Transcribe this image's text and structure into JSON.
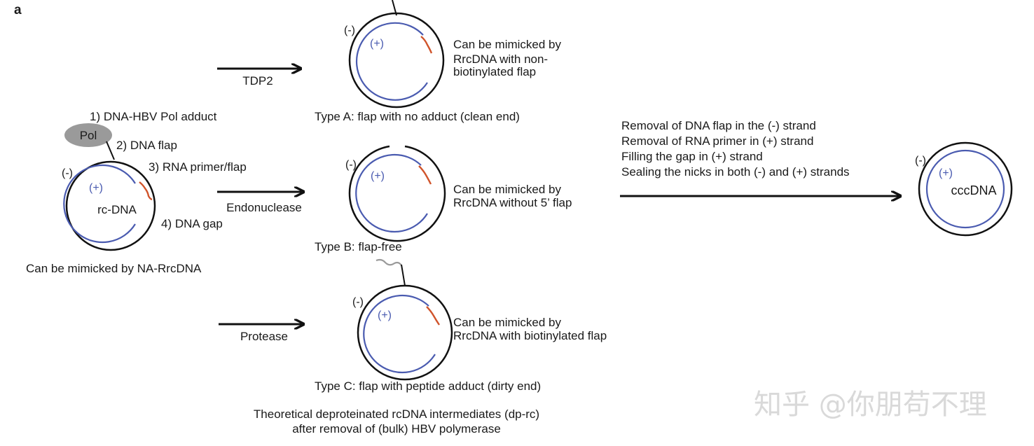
{
  "panel_label": "a",
  "rc_dna": {
    "pol_label": "Pol",
    "minus": "(-)",
    "plus": "(+)",
    "center": "rc-DNA",
    "feature_1": "1) DNA-HBV Pol adduct",
    "feature_2": "2) DNA flap",
    "feature_3": "3) RNA primer/flap",
    "feature_4": "4) DNA gap",
    "caption": "Can be mimicked by NA-RrcDNA"
  },
  "arrows": {
    "tdp2": "TDP2",
    "endonuclease": "Endonuclease",
    "protease": "Protease"
  },
  "type_a": {
    "minus": "(-)",
    "plus": "(+)",
    "mimic_line1": "Can be mimicked by",
    "mimic_line2": "RrcDNA with non-",
    "mimic_line3": "biotinylated flap",
    "caption": "Type A: flap with no adduct (clean end)"
  },
  "type_b": {
    "minus": "(-)",
    "plus": "(+)",
    "mimic_line1": "Can be mimicked by",
    "mimic_line2": "RrcDNA without 5’ flap",
    "caption": "Type B: flap-free"
  },
  "type_c": {
    "minus": "(-)",
    "plus": "(+)",
    "mimic_line1": "Can be mimicked by",
    "mimic_line2": "RrcDNA with biotinylated flap",
    "caption": "Type C: flap with peptide adduct (dirty end)"
  },
  "intermediates_caption": {
    "line1": "Theoretical deproteinated rcDNA intermediates (dp-rc)",
    "line2": "after removal of (bulk) HBV polymerase"
  },
  "repair_steps": [
    "Removal of DNA flap in the (-) strand",
    "Removal of RNA primer in (+) strand",
    "Filling the gap in (+) strand",
    "Sealing the nicks in both (-) and (+) strands"
  ],
  "ccc_dna": {
    "minus": "(-)",
    "plus": "(+)",
    "center": "cccDNA"
  },
  "watermark": "知乎 @你朋苟不理",
  "colors": {
    "minus_strand": "#111111",
    "plus_strand": "#4a5bb0",
    "rna_primer": "#d0542b",
    "pol": "#9a9a9a",
    "peptide": "#9a9a9a"
  }
}
